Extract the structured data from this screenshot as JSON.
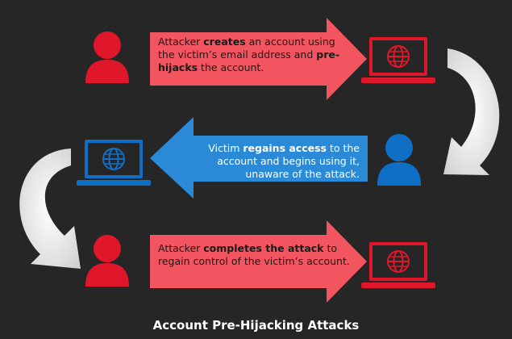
{
  "title": "Account Pre-Hijacking Attacks",
  "colors": {
    "background": "#262626",
    "attacker_red": "#e0162b",
    "arrow_red": "#f25560",
    "victim_blue": "#0f6fc6",
    "arrow_blue": "#2a8ad8",
    "curve_white": "#f2f2f2"
  },
  "icons": [
    "attacker-person-icon",
    "laptop-globe-icon",
    "victim-person-icon",
    "curved-arrow-icon"
  ],
  "steps": [
    {
      "actor": "attacker",
      "parts": [
        {
          "text": "Attacker ",
          "bold": false
        },
        {
          "text": "creates",
          "bold": true
        },
        {
          "text": " an account using the victim’s email address and ",
          "bold": false
        },
        {
          "text": "pre-hijacks",
          "bold": true
        },
        {
          "text": " the account.",
          "bold": false
        }
      ]
    },
    {
      "actor": "victim",
      "parts": [
        {
          "text": "Victim ",
          "bold": false
        },
        {
          "text": "regains access",
          "bold": true
        },
        {
          "text": " to the account and begins using it, unaware of the attack.",
          "bold": false
        }
      ]
    },
    {
      "actor": "attacker",
      "parts": [
        {
          "text": "Attacker ",
          "bold": false
        },
        {
          "text": "completes the attack",
          "bold": true
        },
        {
          "text": " to regain control of the victim’s account.",
          "bold": false
        }
      ]
    }
  ]
}
